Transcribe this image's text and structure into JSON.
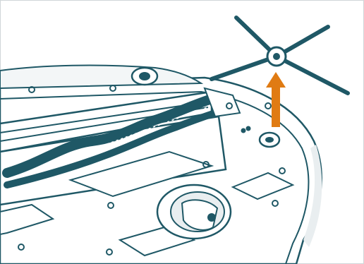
{
  "illustration": {
    "subject": "robot-vacuum-underside",
    "parts": [
      "main-brush",
      "side-brush",
      "side-brush-mount",
      "drive-wheel",
      "wheel-caster",
      "access-panels",
      "screws"
    ],
    "action": "remove-side-brush-upward"
  },
  "colors": {
    "outline": "#1f5866",
    "body_fill": "#ffffff",
    "shadow_fill": "#e9eef0",
    "arrow": "#e07b13",
    "brush_bristles": "#1f5866",
    "frame_border": "#d0d6d8"
  },
  "icons": {
    "arrow": "arrow-up-icon"
  }
}
